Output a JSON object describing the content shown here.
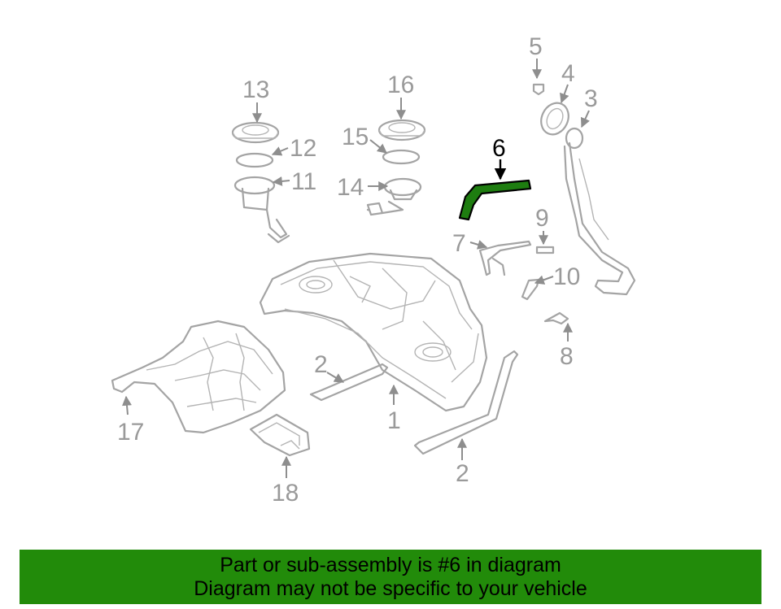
{
  "diagram": {
    "highlighted_part": "6",
    "highlight_color": "#1e7d10",
    "callouts": [
      "1",
      "2",
      "2",
      "3",
      "4",
      "5",
      "6",
      "7",
      "8",
      "9",
      "10",
      "11",
      "12",
      "13",
      "14",
      "15",
      "16",
      "17",
      "18"
    ]
  },
  "banner": {
    "background": "#228b0a",
    "line1": "Part or sub-assembly is #6 in diagram",
    "line2": "Diagram may not be specific to your vehicle"
  }
}
